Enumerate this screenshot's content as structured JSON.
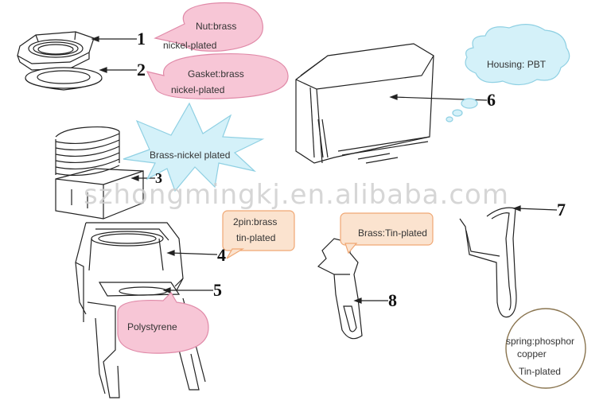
{
  "watermark": "szhongmingkj.en.alibaba.com",
  "colors": {
    "pink_fill": "#f7c6d6",
    "pink_stroke": "#e08aa8",
    "cyan_fill": "#d4f1f9",
    "cyan_stroke": "#8fd0e3",
    "peach_fill": "#fbe3cf",
    "peach_stroke": "#f0a773",
    "spring_stroke": "#8a7550",
    "line": "#222222"
  },
  "callouts": {
    "c1": {
      "number": "1",
      "line1": "Nut:brass",
      "line2": "nickel-plated"
    },
    "c2": {
      "number": "2",
      "line1": "Gasket:brass",
      "line2": "nickel-plated"
    },
    "c3": {
      "number": "3",
      "text": "Brass-nickel plated"
    },
    "c4": {
      "number": "4",
      "line1": "2pin:brass",
      "line2": "tin-plated"
    },
    "c5": {
      "number": "5",
      "text": "Polystyrene"
    },
    "c6": {
      "number": "6",
      "text": "Housing: PBT"
    },
    "c7": {
      "number": "7",
      "line1": "spring:phosphor",
      "line2": "copper",
      "line3": "Tin-plated"
    },
    "c8": {
      "number": "8",
      "text": "Brass:Tin-plated"
    }
  }
}
